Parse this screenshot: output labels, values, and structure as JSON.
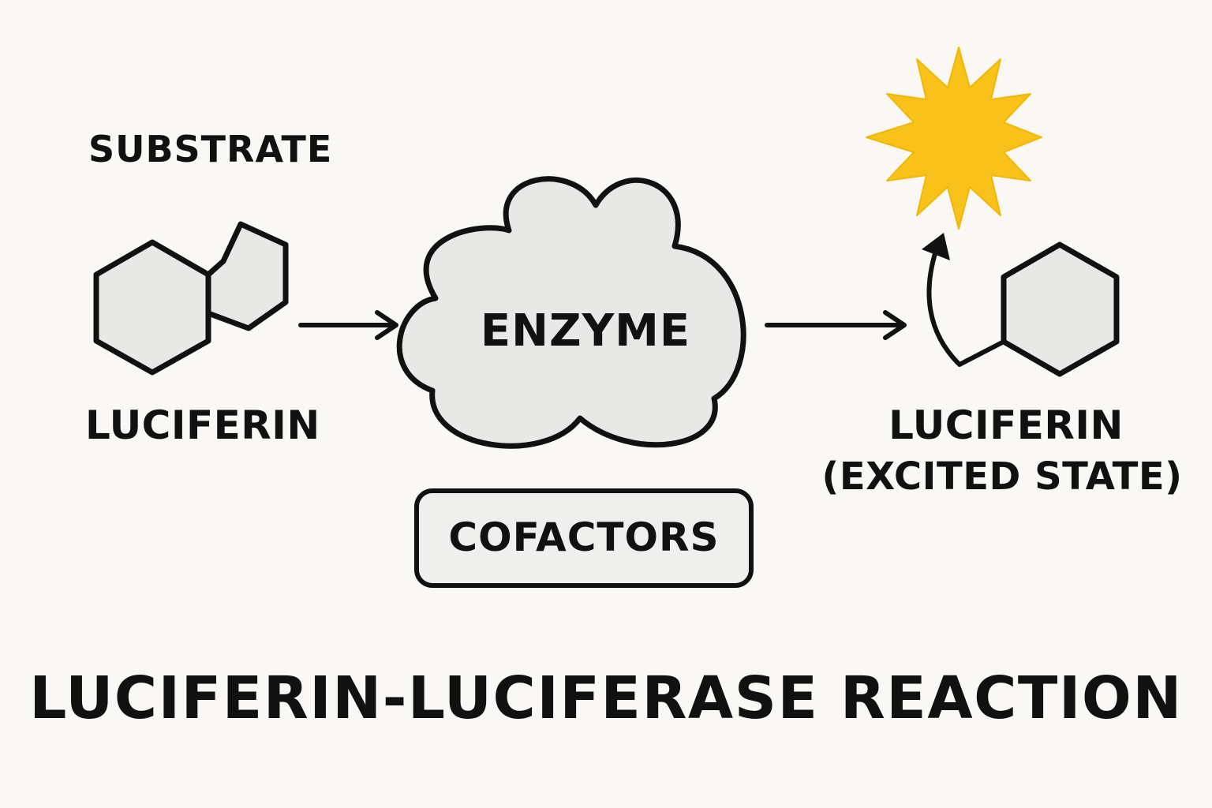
{
  "title": "LUCIFERIN-LUCIFERASE REACTION",
  "substrate": {
    "heading": "SUBSTRATE",
    "name": "LUCIFERIN"
  },
  "enzyme": {
    "name": "ENZYME"
  },
  "cofactors": {
    "name": "COFACTORS"
  },
  "product": {
    "name": "LUCIFERIN",
    "state": "(EXCITED STATE)"
  },
  "colors": {
    "background": "#f9f8f5",
    "shape_fill": "#e8e8e6",
    "stroke": "#111111",
    "light_burst": "#f8c21a"
  },
  "icons": {
    "substrate_molecule": "fused-ring-molecule-icon",
    "product_molecule": "hexagon-molecule-icon",
    "light": "starburst-light-icon"
  }
}
